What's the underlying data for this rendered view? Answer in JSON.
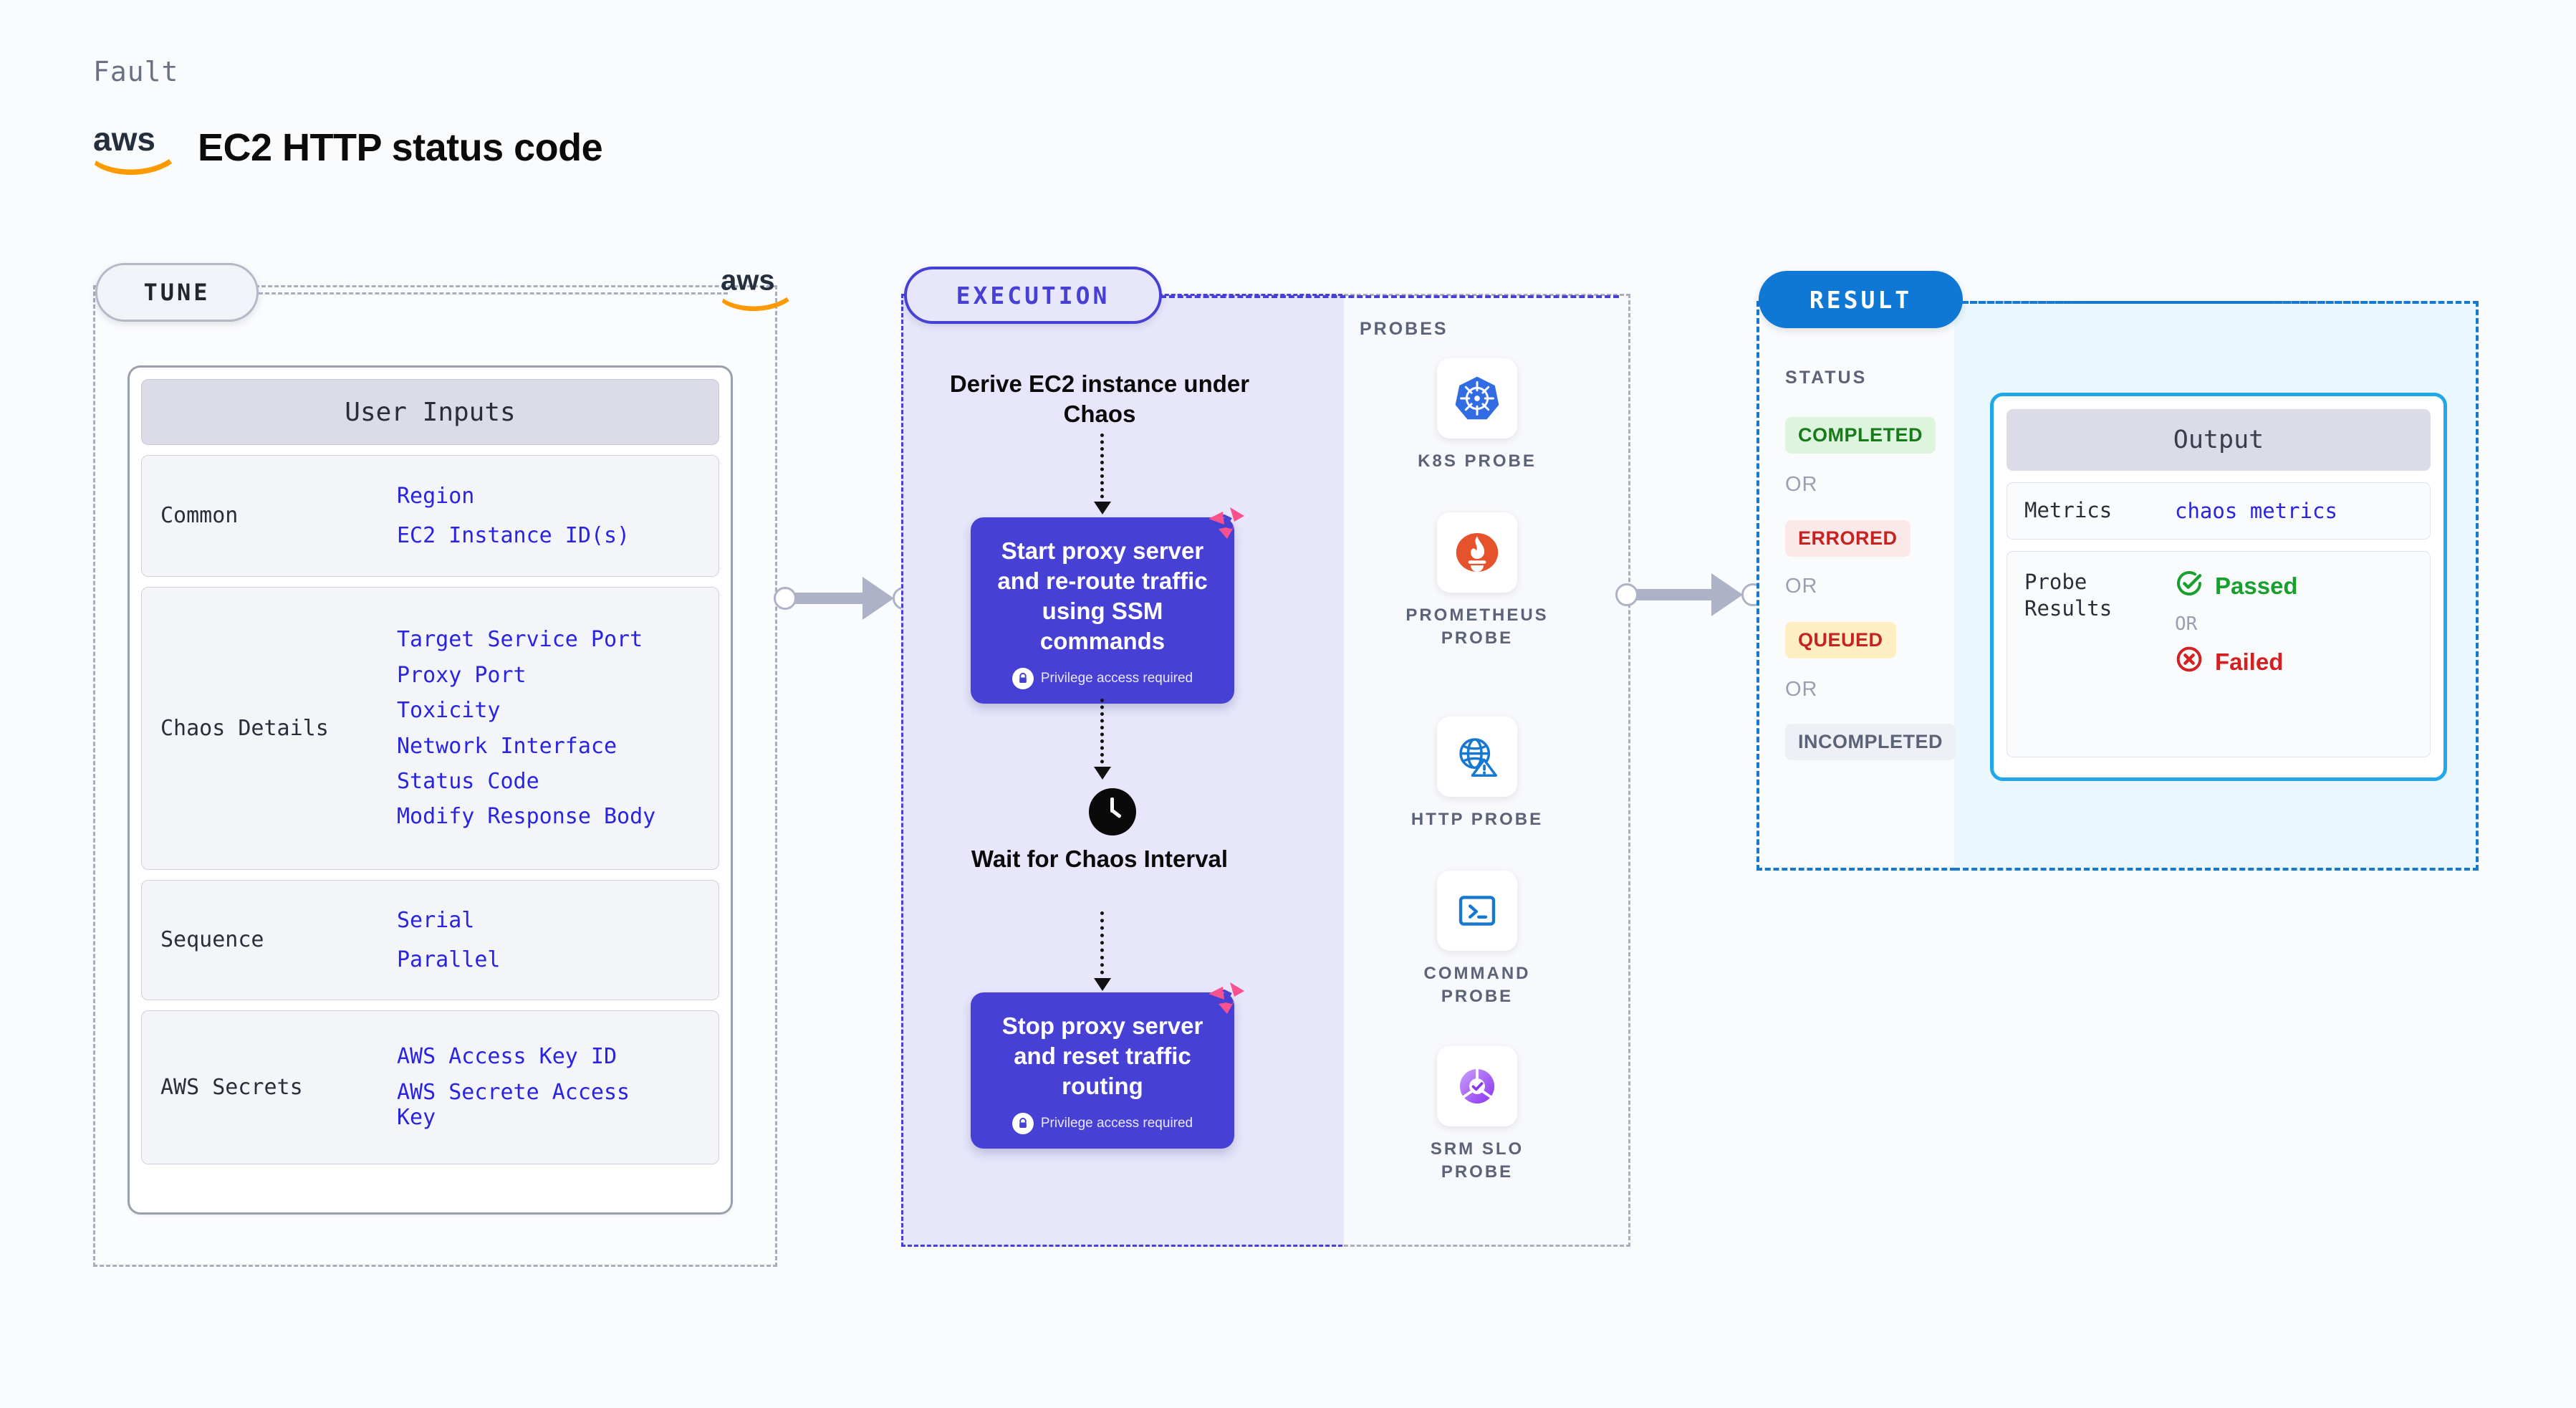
{
  "header": {
    "kicker": "Fault",
    "title": "EC2 HTTP status code",
    "logo_icon": "aws-logo"
  },
  "tune": {
    "pill_label": "TUNE",
    "aws_icon": "aws-logo",
    "card": {
      "title": "User Inputs",
      "rows": [
        {
          "label": "Common",
          "values": [
            "Region",
            "EC2 Instance ID(s)"
          ]
        },
        {
          "label": "Chaos Details",
          "values": [
            "Target Service Port",
            "Proxy Port",
            "Toxicity",
            "Network Interface",
            "Status Code",
            "Modify Response Body"
          ]
        },
        {
          "label": "Sequence",
          "values": [
            "Serial",
            "Parallel"
          ]
        },
        {
          "label": "AWS Secrets",
          "values": [
            "AWS Access Key ID",
            "AWS Secrete Access Key"
          ]
        }
      ]
    }
  },
  "execution": {
    "pill_label": "EXECUTION",
    "steps": [
      {
        "type": "text",
        "label": "Derive EC2 instance under Chaos"
      },
      {
        "type": "node",
        "label": "Start proxy server and re-route traffic using SSM commands",
        "privilege": "Privilege access required",
        "lock_icon": "lock-icon",
        "corner_icon": "litmus-icon"
      },
      {
        "type": "text",
        "label": "Wait for Chaos Interval",
        "icon": "clock-icon"
      },
      {
        "type": "node",
        "label": "Stop proxy server and reset traffic routing",
        "privilege": "Privilege access required",
        "lock_icon": "lock-icon",
        "corner_icon": "litmus-icon"
      }
    ]
  },
  "probes": {
    "title": "PROBES",
    "items": [
      {
        "label": "K8S PROBE",
        "icon": "kubernetes-icon"
      },
      {
        "label": "PROMETHEUS PROBE",
        "icon": "prometheus-icon"
      },
      {
        "label": "HTTP PROBE",
        "icon": "globe-warning-icon"
      },
      {
        "label": "COMMAND PROBE",
        "icon": "terminal-icon"
      },
      {
        "label": "SRM SLO PROBE",
        "icon": "srm-slo-icon"
      }
    ]
  },
  "result": {
    "pill_label": "RESULT",
    "status_title": "STATUS",
    "or_label": "OR",
    "statuses": [
      {
        "label": "COMPLETED",
        "bg": "#ddf4dd",
        "fg": "#177a1b"
      },
      {
        "label": "ERRORED",
        "bg": "#fbe8e8",
        "fg": "#c72222"
      },
      {
        "label": "QUEUED",
        "bg": "#fdefc2",
        "fg": "#c72222"
      },
      {
        "label": "INCOMPLETED",
        "bg": "#eff0f5",
        "fg": "#5c6277"
      }
    ],
    "output": {
      "title": "Output",
      "metrics_label": "Metrics",
      "metrics_value": "chaos metrics",
      "probe_results_label": "Probe Results",
      "passed_label": "Passed",
      "failed_label": "Failed",
      "or_label": "OR",
      "passed_icon": "check-circle-icon",
      "failed_icon": "x-circle-icon"
    }
  },
  "colors": {
    "accent_purple": "#4740d4",
    "accent_blue": "#1778d0",
    "link_blue": "#2a24e0",
    "aws_orange": "#ff9900",
    "connector_gray": "#aeb2c6"
  }
}
